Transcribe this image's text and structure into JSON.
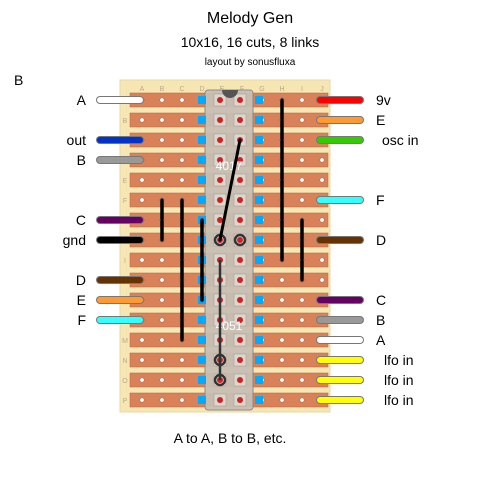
{
  "title": "Melody Gen",
  "subtitle": "10x16, 16 cuts, 8 links",
  "credit": "layout by sonusfluxa",
  "corner_label": "B",
  "footer": "A to A, B to B, etc.",
  "board": {
    "columns": [
      "A",
      "B",
      "C",
      "D",
      "E",
      "F",
      "G",
      "H",
      "I",
      "J"
    ],
    "rows": [
      "A",
      "B",
      "C",
      "D",
      "E",
      "F",
      "G",
      "H",
      "I",
      "J",
      "K",
      "L",
      "M",
      "N",
      "O",
      "P"
    ]
  },
  "chips": [
    {
      "label": "4017"
    },
    {
      "label": "4051"
    }
  ],
  "left_wires": [
    {
      "row": 0,
      "label": "A",
      "color": "#ffffff"
    },
    {
      "row": 2,
      "label": "out",
      "color": "#0033cc"
    },
    {
      "row": 3,
      "label": "B",
      "color": "#999999"
    },
    {
      "row": 6,
      "label": "C",
      "color": "#660066"
    },
    {
      "row": 7,
      "label": "gnd",
      "color": "#000000"
    },
    {
      "row": 9,
      "label": "D",
      "color": "#663300"
    },
    {
      "row": 10,
      "label": "E",
      "color": "#ff9933"
    },
    {
      "row": 11,
      "label": "F",
      "color": "#33ffff"
    }
  ],
  "right_wires": [
    {
      "row": 0,
      "label": "9v",
      "color": "#ff0000"
    },
    {
      "row": 1,
      "label": "E",
      "color": "#ff9933"
    },
    {
      "row": 2,
      "label": "osc in",
      "color": "#33cc00"
    },
    {
      "row": 5,
      "label": "F",
      "color": "#33ffff"
    },
    {
      "row": 7,
      "label": "D",
      "color": "#663300"
    },
    {
      "row": 10,
      "label": "C",
      "color": "#660066"
    },
    {
      "row": 11,
      "label": "B",
      "color": "#999999"
    },
    {
      "row": 12,
      "label": "A",
      "color": "#ffffff"
    },
    {
      "row": 13,
      "label": "lfo in",
      "color": "#ffff00"
    },
    {
      "row": 14,
      "label": "lfo in",
      "color": "#ffff00"
    },
    {
      "row": 15,
      "label": "lfo in",
      "color": "#ffff00"
    }
  ],
  "links": [
    {
      "col": 1,
      "from": 5,
      "to": 7
    },
    {
      "col": 2,
      "from": 5,
      "to": 12
    },
    {
      "col": 3,
      "from": 6,
      "to": 10
    },
    {
      "col": 7,
      "from": 0,
      "to": 8
    },
    {
      "col": 8,
      "from": 6,
      "to": 9
    }
  ],
  "colors": {
    "board": "#f6e6b4",
    "strip": "#d9825a",
    "strip_edge": "#b8603c",
    "chip": "#c8c0b4",
    "chip_pin": "#00aaff",
    "chip_hole": "#cc2222",
    "link": "#000000"
  }
}
